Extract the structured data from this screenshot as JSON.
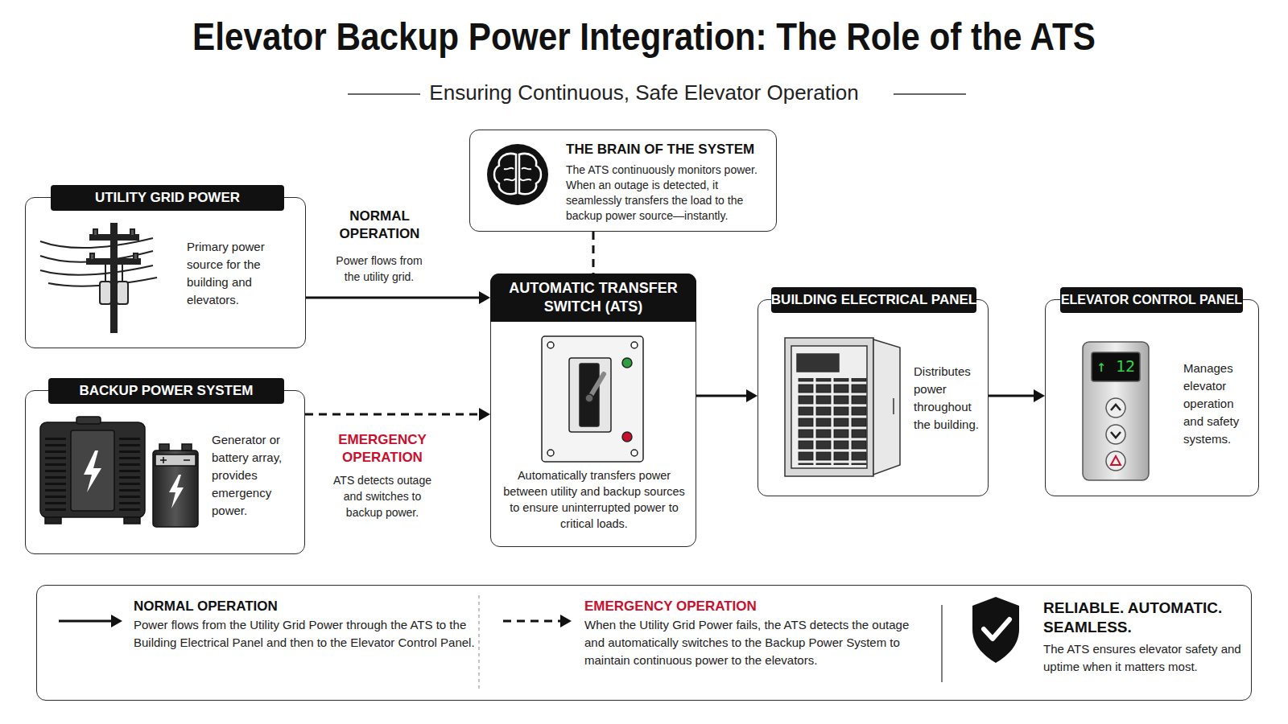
{
  "diagram": {
    "title": "Elevator Backup Power Integration: The Role of the ATS",
    "caption": "Ensuring Continuous, Safe Elevator Operation",
    "nodes": [
      {
        "text": [
          "UTILITY GRID POWER",
          "Primary power source for the building and elevators."
        ]
      },
      {
        "text": [
          "BACKUP POWER SYSTEM",
          "Generator or battery array, provides emergency power."
        ]
      },
      {
        "text": [
          "THE BRAIN OF THE SYSTEM",
          "The ATS continuously monitors power. When an outage is detected, it seamlessly transfers the load to the backup power source—instantly."
        ]
      },
      {
        "text": [
          "AUTOMATIC TRANSFER SWITCH (ATS)",
          "Automatically transfers power between utility and backup sources to ensure uninterrupted power to critical loads."
        ]
      },
      {
        "text": [
          "BUILDING ELECTRICAL PANEL",
          "Distributes power throughout the building."
        ]
      },
      {
        "text": [
          "ELEVATOR CONTROL PANEL",
          "Manages elevator operation and safety systems."
        ]
      },
      {
        "text": [
          "NORMAL OPERATION",
          "Power flows from the Utility Grid Power through the ATS to the Building Electrical Panel and then to the Elevator Control Panel.",
          "EMERGENCY OPERATION",
          "When the Utility Grid Power fails, the ATS detects the outage and automatically switches to the Backup Power System to maintain continuous power to the elevators.",
          "RELIABLE. AUTOMATIC. SEAMLESS.",
          "The ATS ensures elevator safety and uptime when it matters most."
        ]
      }
    ],
    "edges": [
      {
        "from": 0,
        "to": 3,
        "arrow": "to",
        "label": "NORMAL OPERATION"
      },
      {
        "from": 1,
        "to": 3,
        "arrow": "to",
        "label": "EMERGENCY OPERATION"
      },
      {
        "from": 2,
        "to": 3,
        "arrow": "none"
      },
      {
        "from": 3,
        "to": 4,
        "arrow": "to"
      },
      {
        "from": 4,
        "to": 5,
        "arrow": "to"
      }
    ],
    "labels": [
      "Power flows from the utility grid.",
      "ATS detects outage and switches to backup power.",
      "↑ 12"
    ]
  }
}
